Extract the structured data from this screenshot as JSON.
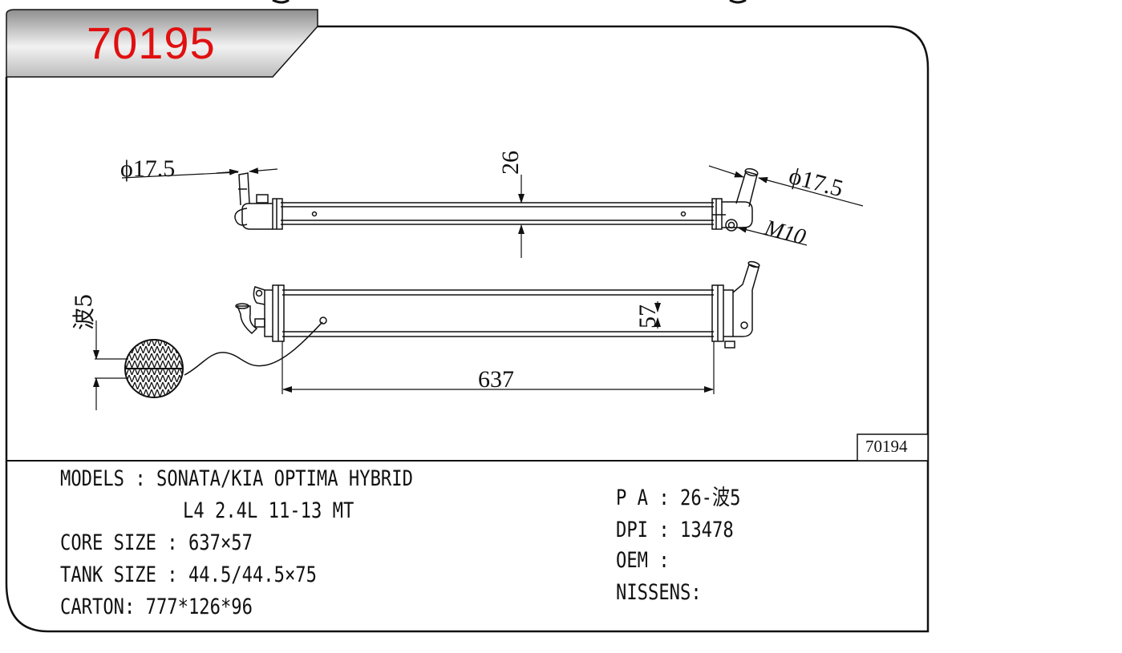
{
  "header": {
    "part_number": "70195",
    "reference_number": "70194"
  },
  "drawing": {
    "top_view": {
      "inlet_diameter": "ϕ17.5",
      "outlet_diameter": "ϕ17.5",
      "core_thickness": "26",
      "drain_plug": "M10"
    },
    "front_view": {
      "core_height": "57",
      "core_width": "637",
      "fin_label": "波5"
    }
  },
  "specs_left": {
    "models_label": "MODELS",
    "models_value_line1": "SONATA/KIA OPTIMA HYBRID",
    "models_value_line2": "L4 2.4L 11-13 MT",
    "core_size_label": "CORE SIZE",
    "core_size_value": "637×57",
    "tank_size_label": "TANK SIZE",
    "tank_size_value": "44.5/44.5×75",
    "carton_label": "CARTON",
    "carton_value": "777*126*96"
  },
  "specs_right": {
    "pa_label": "P A",
    "pa_value": "26-波5",
    "dpi_label": "DPI",
    "dpi_value": "13478",
    "oem_label": "OEM",
    "oem_value": "",
    "nissens_label": "NISSENS",
    "nissens_value": ""
  },
  "colors": {
    "part_number": "#e01010",
    "line": "#111111",
    "tab_gradient_top": "#9a9a9a",
    "tab_gradient_mid": "#f4f4f4"
  }
}
